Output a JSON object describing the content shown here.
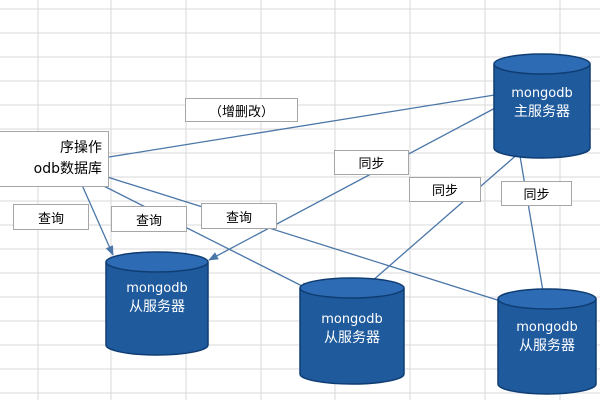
{
  "client": {
    "line1": "序操作",
    "line2": "odb数据库"
  },
  "operations": {
    "write": "（增删改）",
    "query_1": "查询",
    "query_2": "查询",
    "query_3": "查询"
  },
  "sync_labels": [
    "同步",
    "同步",
    "同步"
  ],
  "primary": {
    "name": "mongodb",
    "role": "主服务器"
  },
  "secondaries": [
    {
      "name": "mongodb",
      "role": "从服务器"
    },
    {
      "name": "mongodb",
      "role": "从服务器"
    },
    {
      "name": "mongodb",
      "role": "从服务器"
    }
  ],
  "colors": {
    "db_fill": "#1f5a9d",
    "db_top": "#2d6cb5",
    "db_stroke": "#0f3d73",
    "arrow": "#4a76a8",
    "grid": "#d9d9d9"
  }
}
